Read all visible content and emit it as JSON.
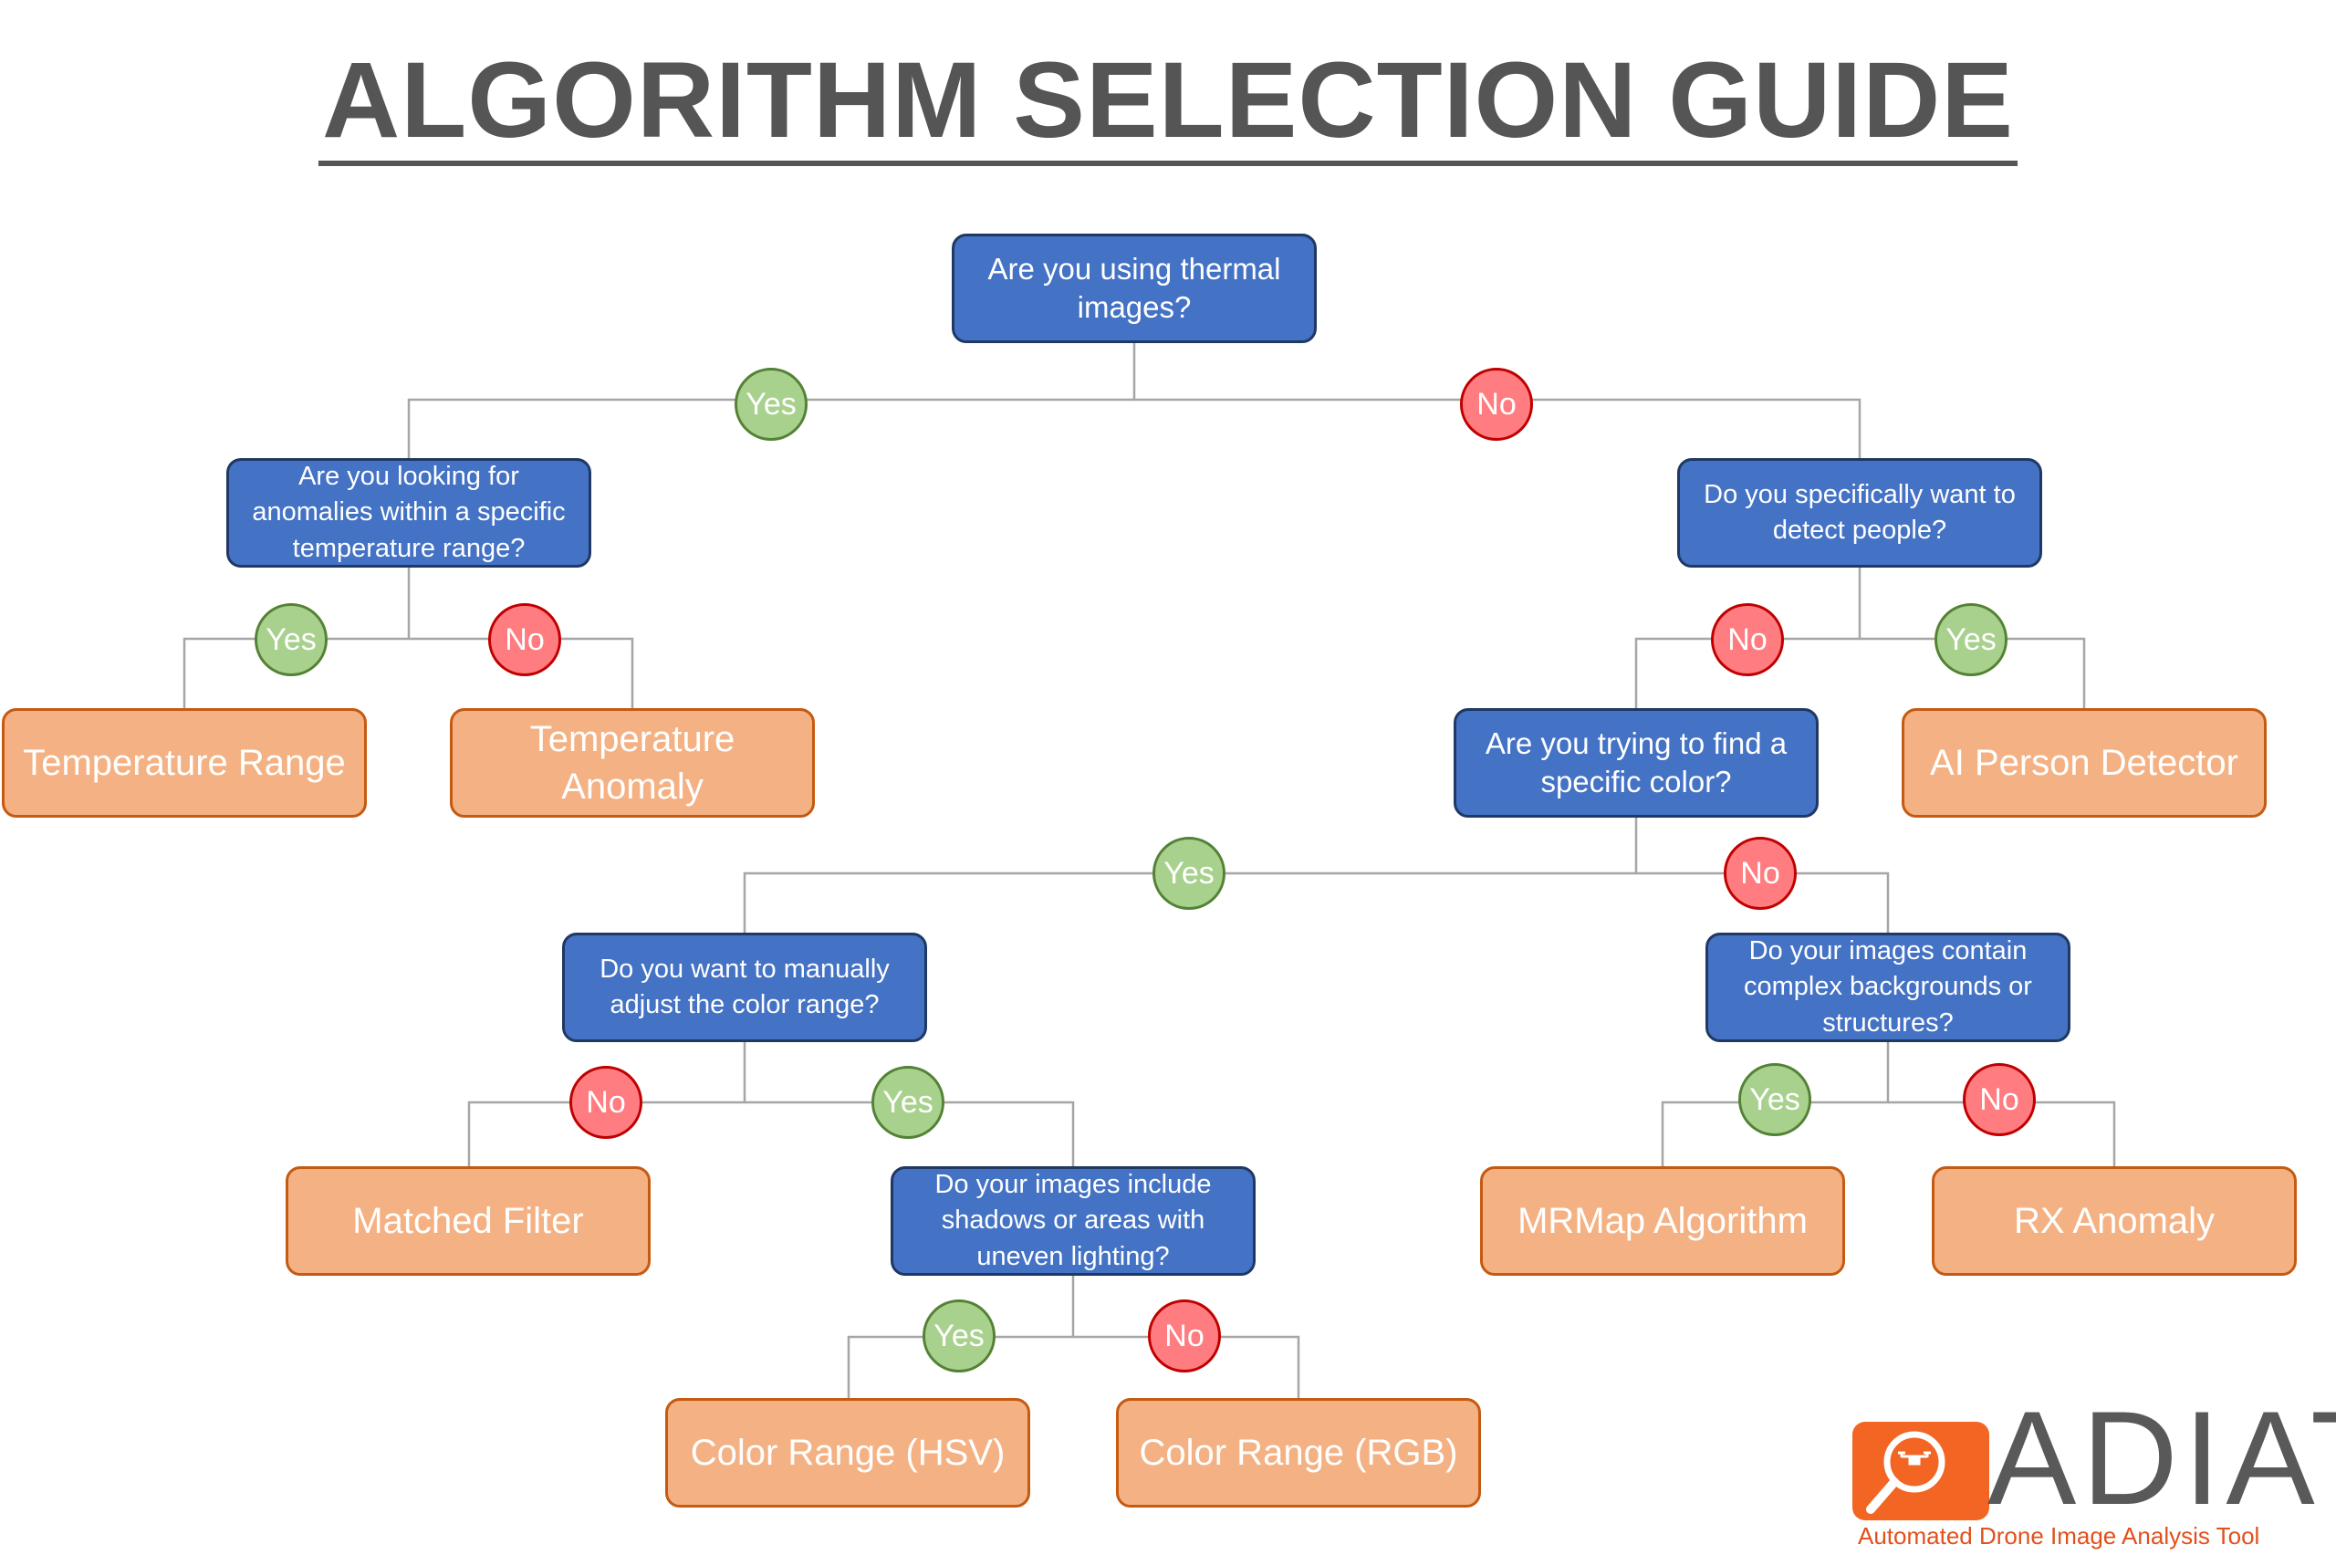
{
  "title": "ALGORITHM SELECTION GUIDE",
  "questions": {
    "q1": "Are you using thermal images?",
    "q2": "Are you looking for anomalies within a specific temperature range?",
    "q3": "Do you specifically want to detect people?",
    "q4": "Are you trying to find a specific color?",
    "q5": "Do you want to manually adjust the color range?",
    "q6": "Do your images contain complex backgrounds or structures?",
    "q7": "Do your images include shadows or areas with uneven lighting?"
  },
  "results": {
    "temperature_range": "Temperature Range",
    "temperature_anomaly": "Temperature Anomaly",
    "ai_person_detector": "AI Person Detector",
    "matched_filter": "Matched Filter",
    "mrmap": "MRMap Algorithm",
    "rx_anomaly": "RX Anomaly",
    "color_range_hsv": "Color Range (HSV)",
    "color_range_rgb": "Color Range (RGB)"
  },
  "answers": {
    "yes": "Yes",
    "no": "No"
  },
  "colors": {
    "question_fill": "#4472c4",
    "result_fill": "#f4b183",
    "yes_fill": "#a9d18e",
    "no_fill": "#ff7c80",
    "connector": "#a6a6a6"
  },
  "logo": {
    "name": "ADIAT",
    "tagline": "Automated Drone Image Analysis Tool",
    "icon": "magnifier-drone-icon"
  }
}
